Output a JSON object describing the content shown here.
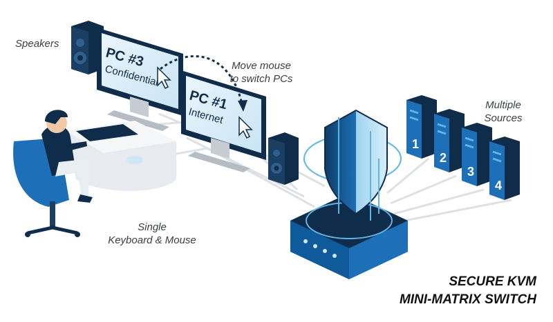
{
  "labels": {
    "speakers": "Speakers",
    "move_mouse_line1": "Move mouse",
    "move_mouse_line2": "to switch PCs",
    "multiple_line1": "Multiple",
    "multiple_line2": "Sources",
    "single_line1": "Single",
    "single_line2": "Keyboard & Mouse"
  },
  "monitors": [
    {
      "line1": "PC #3",
      "line2": "Confidential"
    },
    {
      "line1": "PC #1",
      "line2": "Internet"
    }
  ],
  "servers": [
    "1",
    "2",
    "3",
    "4"
  ],
  "title": {
    "line1": "SECURE KVM",
    "line2": "MINI-MATRIX SWITCH"
  },
  "colors": {
    "primary_blue": "#1d6fb8",
    "light_blue": "#5fb6e6",
    "dark_navy": "#0f2c4a",
    "cable_gray": "#d9dde1",
    "label_gray": "#3a3f45"
  }
}
